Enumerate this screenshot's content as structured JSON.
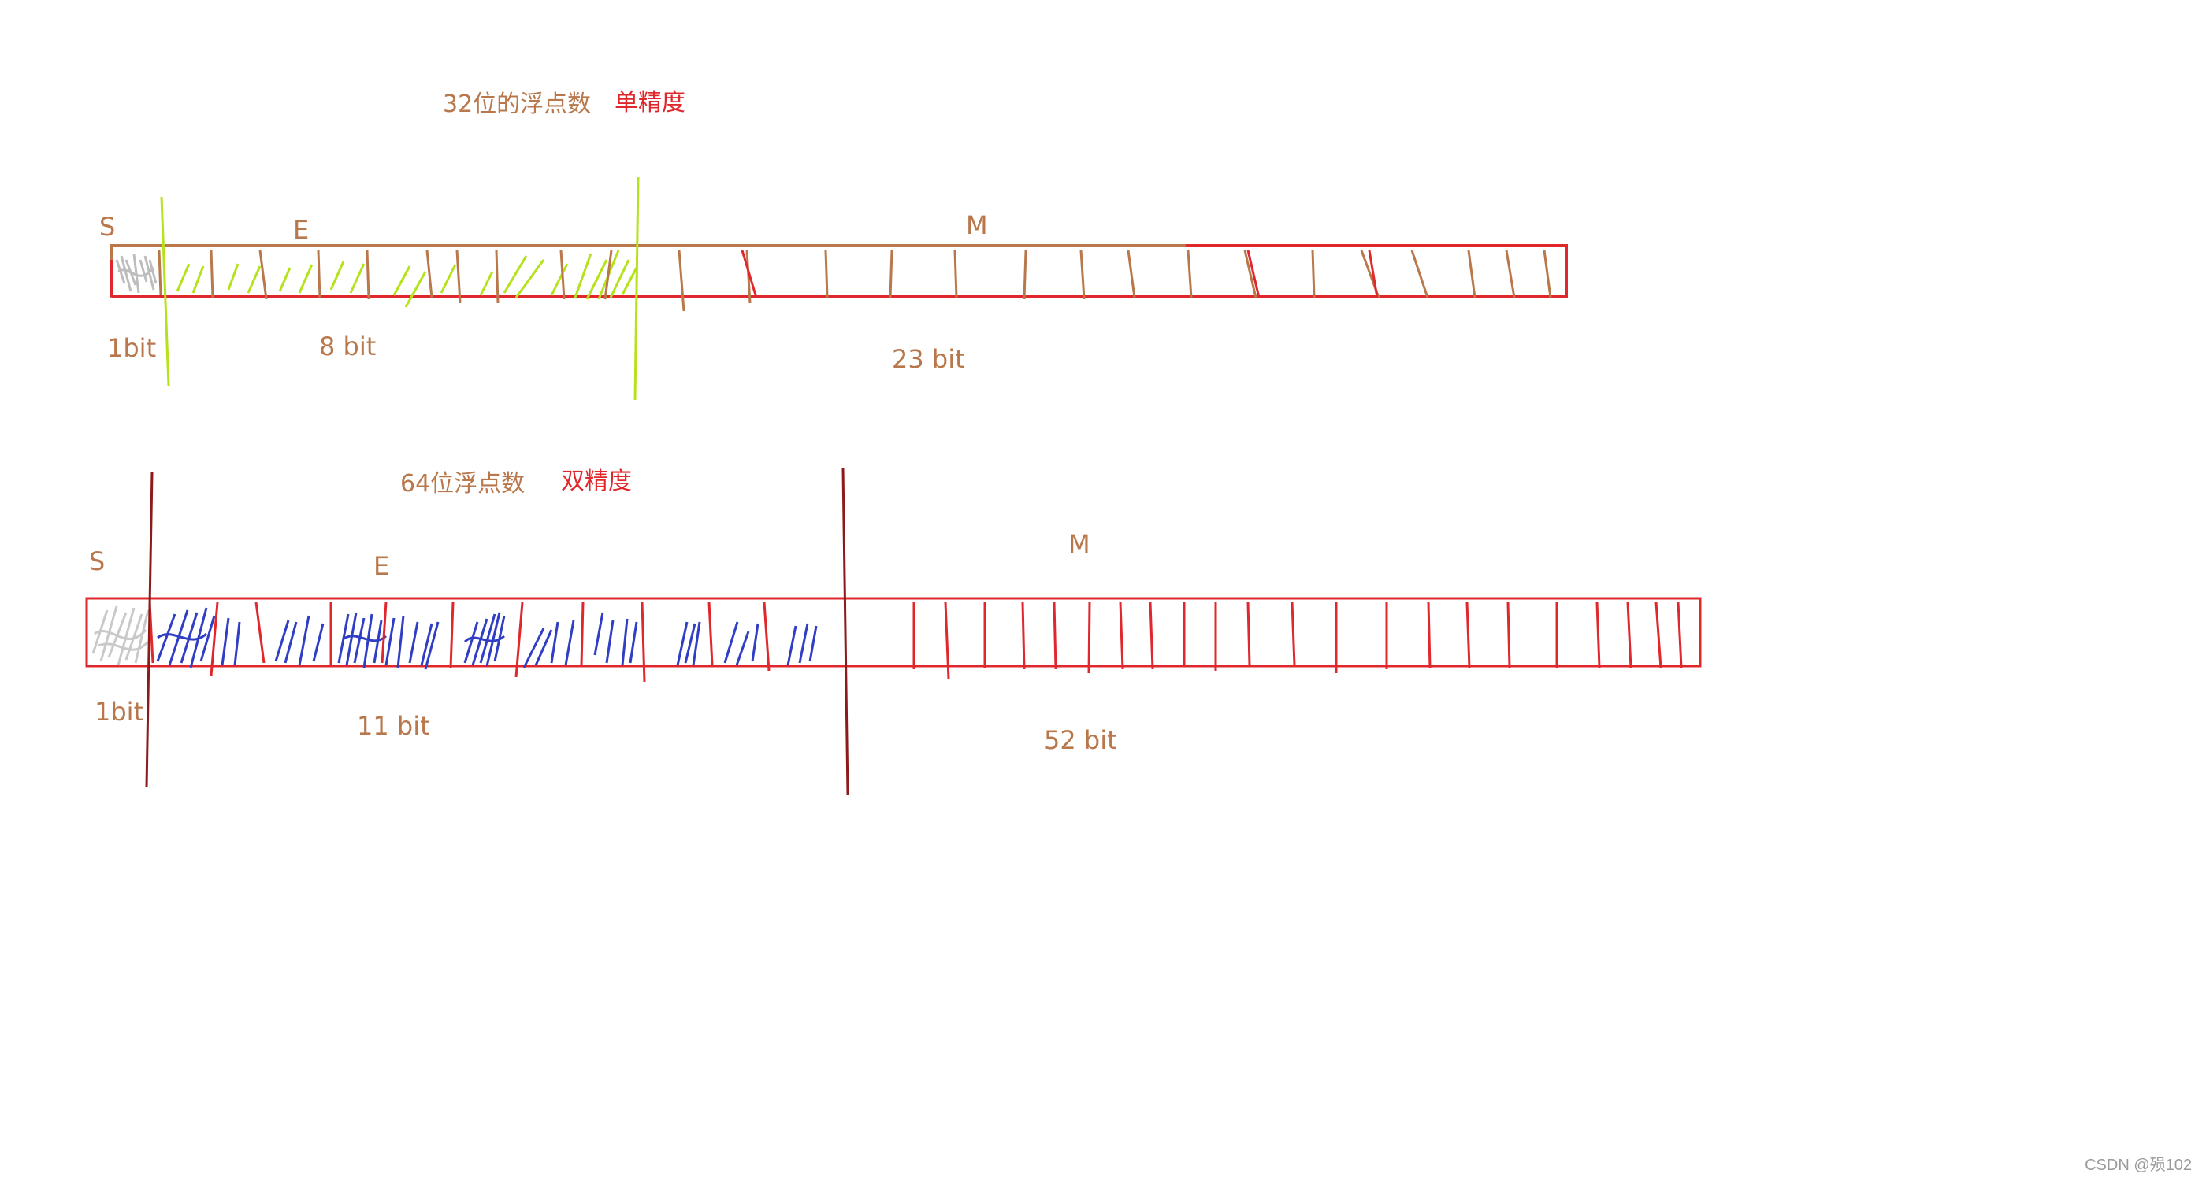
{
  "single": {
    "title": "32位的浮点数",
    "tag": "单精度",
    "labels": {
      "s": "S",
      "e": "E",
      "m": "M"
    },
    "bits": {
      "s": "1bit",
      "e": "8 bit",
      "m": "23 bit"
    }
  },
  "double": {
    "title": "64位浮点数",
    "tag": "双精度",
    "labels": {
      "s": "S",
      "e": "E",
      "m": "M"
    },
    "bits": {
      "s": "1bit",
      "e": "11 bit",
      "m": "52 bit"
    }
  },
  "watermark": "CSDN @殒102",
  "colors": {
    "brown": "#b9784c",
    "red": "#e0282c",
    "lime": "#b5e21a",
    "blue": "#2f3ec4",
    "gray": "#c4c4c4",
    "darkred": "#8b1a1a"
  }
}
